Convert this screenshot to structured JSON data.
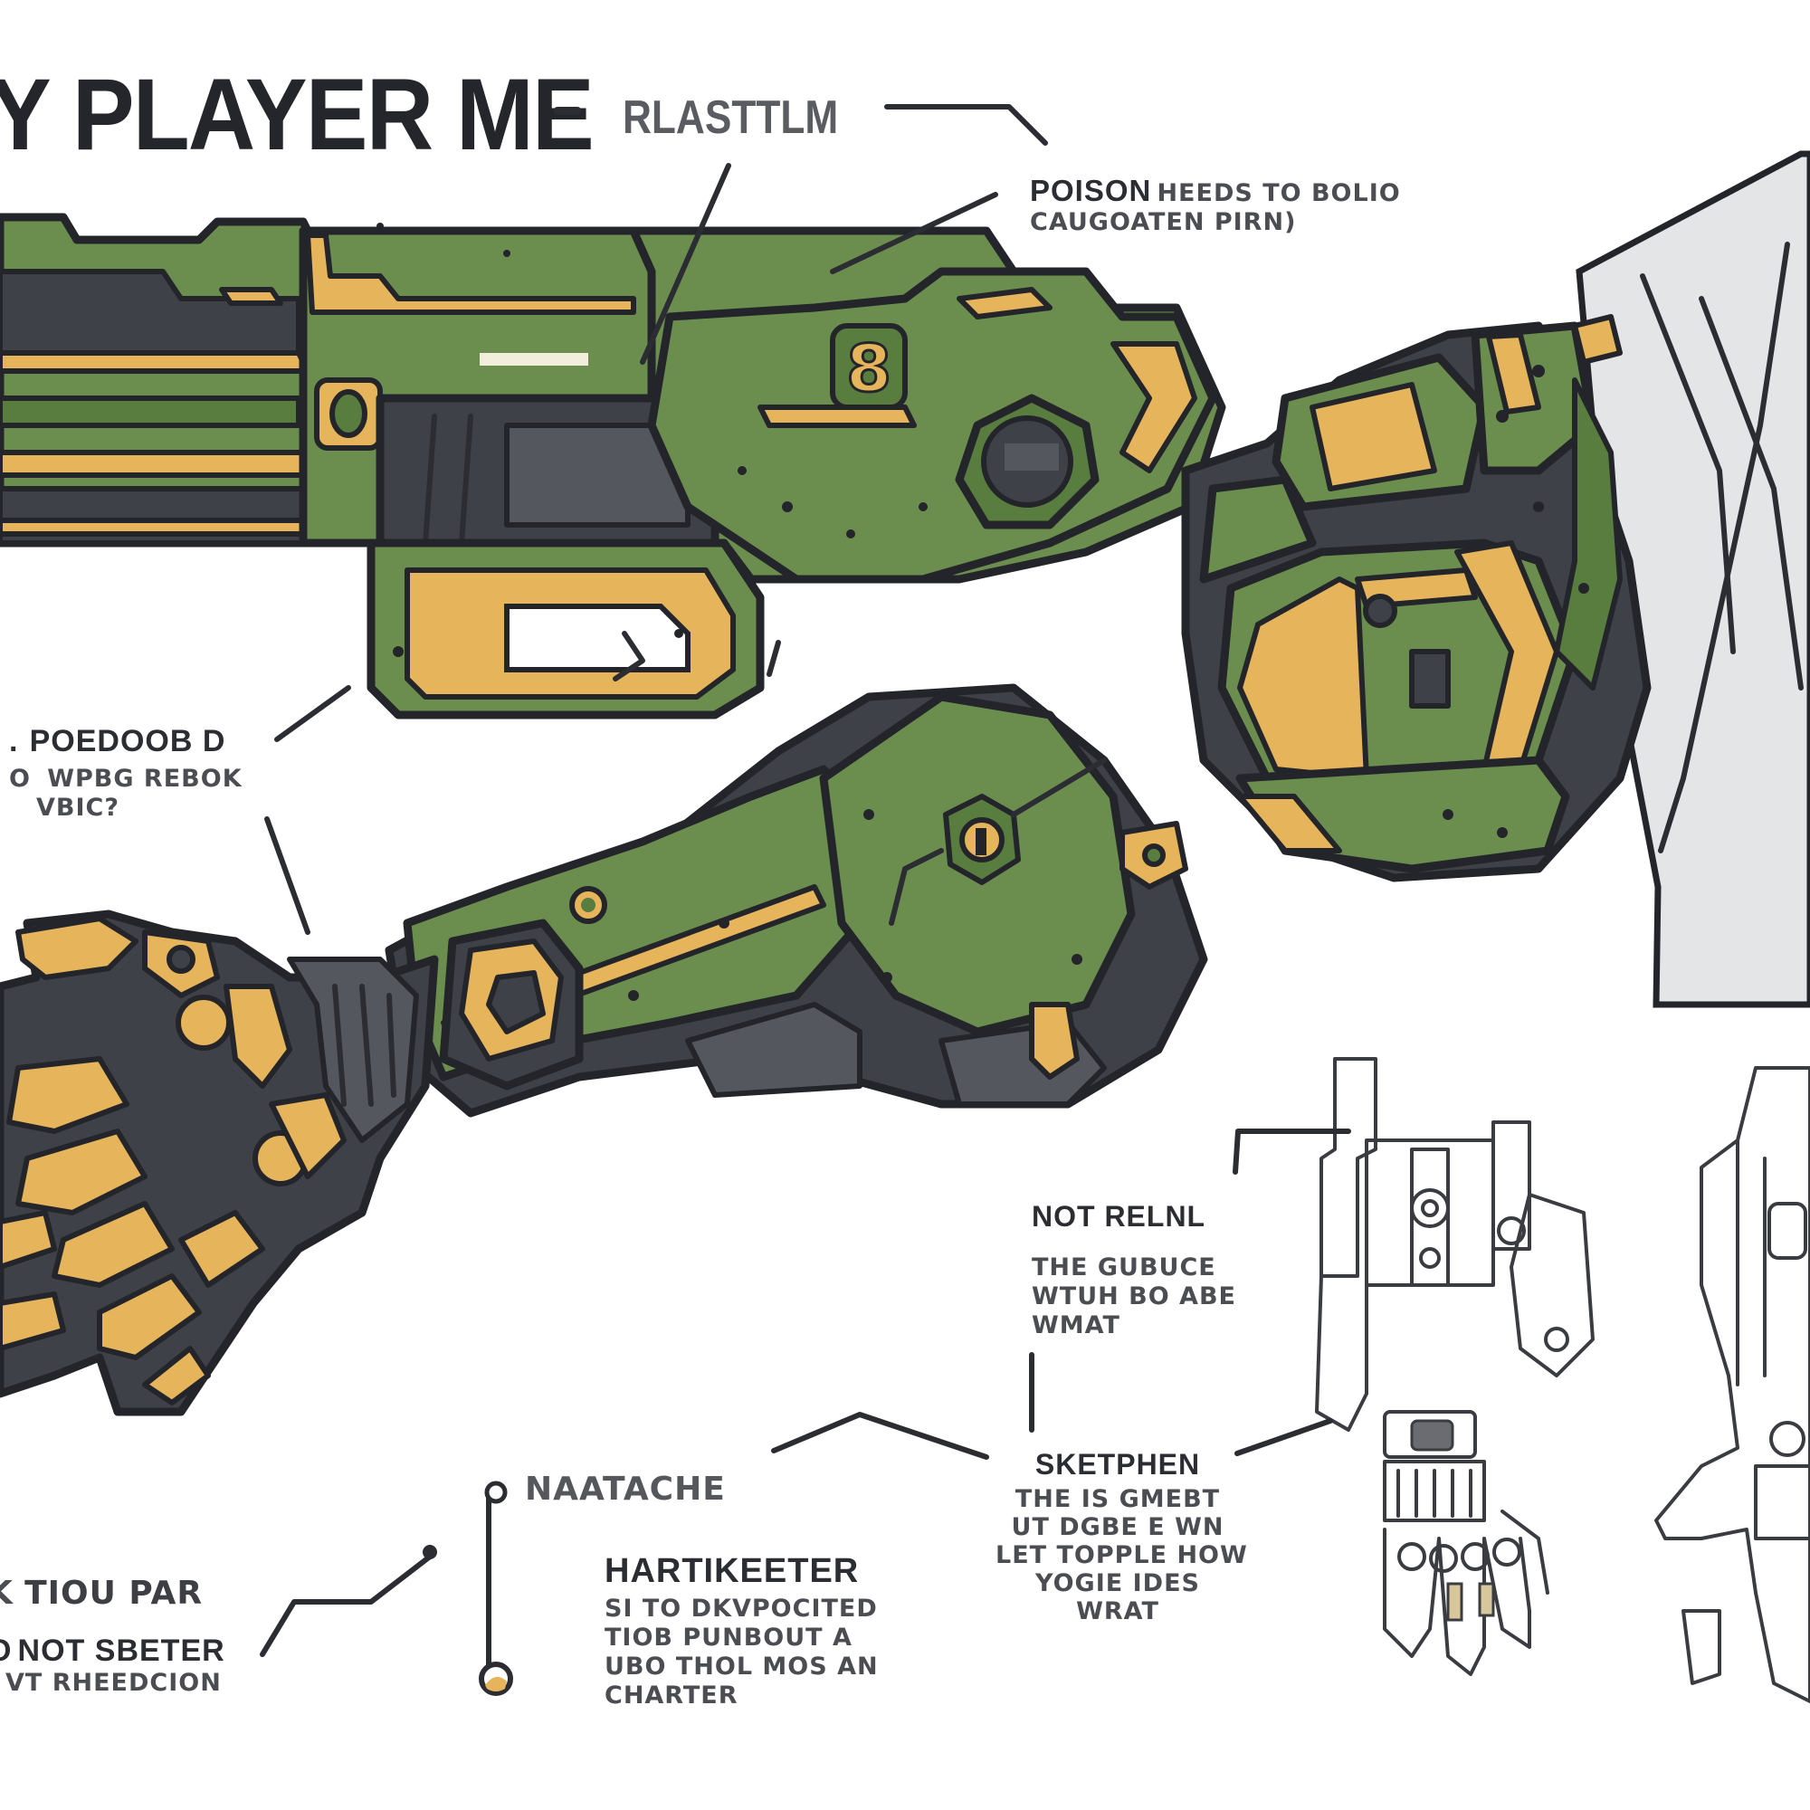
{
  "header": {
    "title": "Y PLAYER ME",
    "subtitle": "RLASTTLM"
  },
  "callouts": {
    "poison": {
      "heading": "POISON",
      "line1_rest": "HEEDS TO BOLIO",
      "line2": "CAUGOATEN PIRN)"
    },
    "poedoob": {
      "prefix": ".",
      "heading": "POEDOOB D",
      "line1_prefix": "O",
      "line1": "WPBG REBOK",
      "line2": "VBIC?"
    },
    "not_real": {
      "heading": "NOT RELNL",
      "lines": [
        "THE GUBUCE",
        "WTUH BO ABE",
        "WMAT"
      ]
    },
    "sketchen": {
      "heading": "SKETPHEN",
      "lines": [
        "THE IS GMEBT",
        "UT DGBE E WN",
        "LET TOPPLE HOW",
        "YOGIE IDES",
        "WRAT"
      ]
    },
    "natache": {
      "heading": "NAATACHE"
    },
    "hartikeeter": {
      "heading": "HARTIKEETER",
      "lines": [
        "SI TO DKVPOCITED",
        "TIOB PUNBOUT A",
        "UBO THOL MOS AN",
        "CHARTER"
      ]
    },
    "tiou_par": {
      "heading": "TIOU PAR",
      "heading_prefix": "K",
      "sub_heading": "NOT SBETER",
      "sub_prefix": "O",
      "line": "VT RHEEDCION"
    }
  },
  "palette": {
    "green": "#6b8e4e",
    "green_dark": "#557a3c",
    "gold": "#e6b45a",
    "charcoal": "#3f4148",
    "outline": "#23252b",
    "sleeve": "#e4e5e7",
    "line": "#2b2d33"
  }
}
